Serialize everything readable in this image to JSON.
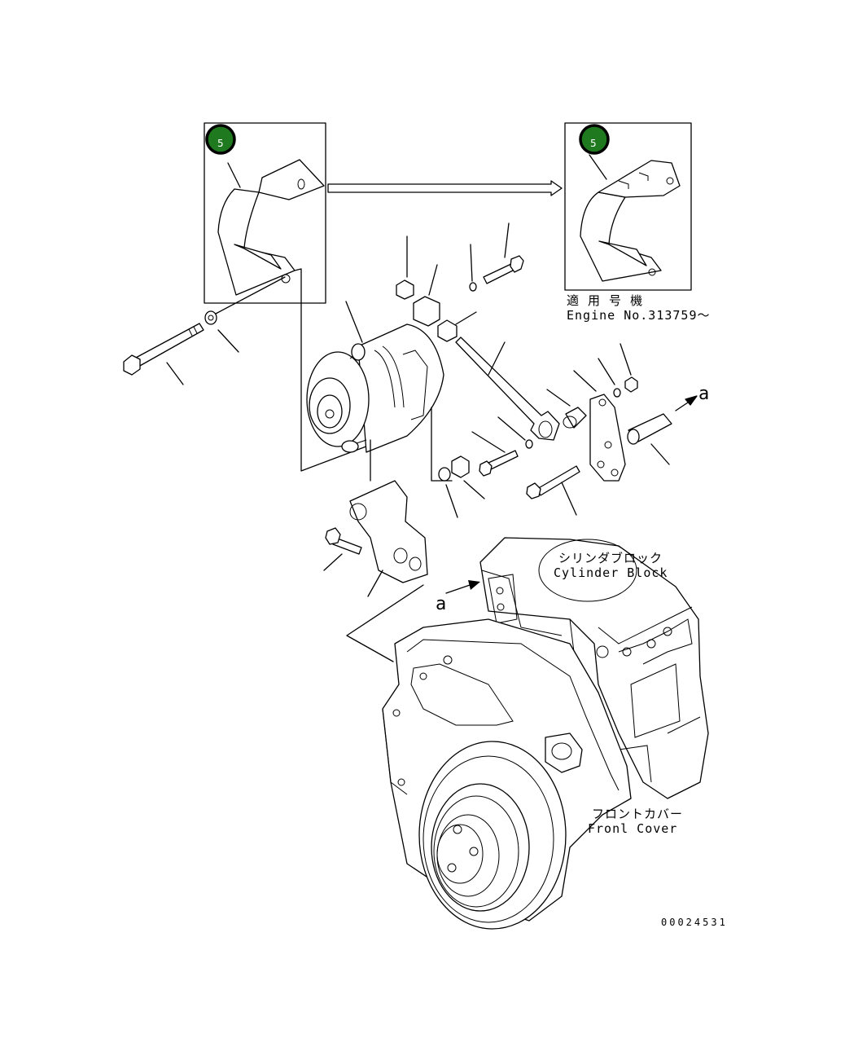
{
  "callouts": {
    "left_badge": "5",
    "right_badge": "5",
    "applicable_jp": "適 用 号 機",
    "applicable_en": "Engine No.313759～"
  },
  "labels": {
    "cylinder_block_jp": "シリンダブロック",
    "cylinder_block_en": "Cylinder Block",
    "front_cover_jp": "フロントカバー",
    "front_cover_en": "Fronl Cover",
    "ref_a_right": "a",
    "ref_a_left": "a"
  },
  "drawing_number": "00024531",
  "colors": {
    "badge_fill": "#1f7a1f",
    "line": "#000000"
  }
}
